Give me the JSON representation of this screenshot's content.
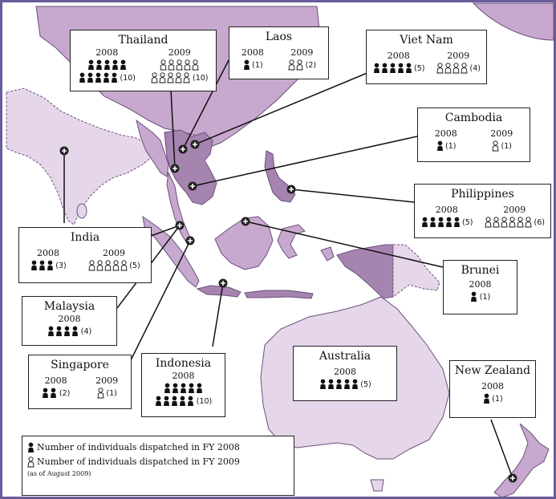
{
  "colors": {
    "sea": "#ffffff",
    "land_light": "#e6d6ea",
    "land_mid": "#c7a9cf",
    "land_dark": "#a684b0",
    "border": "#6b4f7a",
    "frame": "#6a5b9a",
    "pin": "#222222"
  },
  "icons": {
    "icon_2008": "filled-person-icon",
    "icon_2009": "outlined-person-icon"
  },
  "boxes": [
    {
      "id": "thailand",
      "name": "Thailand",
      "years": [
        {
          "label": "2008",
          "count": 10,
          "style": "filled",
          "per_row": 5
        },
        {
          "label": "2009",
          "count": 10,
          "style": "outline",
          "per_row": 5
        }
      ]
    },
    {
      "id": "laos",
      "name": "Laos",
      "years": [
        {
          "label": "2008",
          "count": 1,
          "style": "filled",
          "per_row": 5
        },
        {
          "label": "2009",
          "count": 2,
          "style": "outline",
          "per_row": 5
        }
      ]
    },
    {
      "id": "vietnam",
      "name": "Viet Nam",
      "years": [
        {
          "label": "2008",
          "count": 5,
          "style": "filled",
          "per_row": 5
        },
        {
          "label": "2009",
          "count": 4,
          "style": "outline",
          "per_row": 5
        }
      ]
    },
    {
      "id": "cambodia",
      "name": "Cambodia",
      "years": [
        {
          "label": "2008",
          "count": 1,
          "style": "filled",
          "per_row": 5
        },
        {
          "label": "2009",
          "count": 1,
          "style": "outline",
          "per_row": 5
        }
      ]
    },
    {
      "id": "philippines",
      "name": "Philippines",
      "years": [
        {
          "label": "2008",
          "count": 5,
          "style": "filled",
          "per_row": 5
        },
        {
          "label": "2009",
          "count": 6,
          "style": "outline",
          "per_row": 6
        }
      ]
    },
    {
      "id": "india",
      "name": "India",
      "years": [
        {
          "label": "2008",
          "count": 3,
          "style": "filled",
          "per_row": 5
        },
        {
          "label": "2009",
          "count": 5,
          "style": "outline",
          "per_row": 5
        }
      ]
    },
    {
      "id": "brunei",
      "name": "Brunei",
      "years": [
        {
          "label": "2008",
          "count": 1,
          "style": "filled",
          "per_row": 5
        }
      ]
    },
    {
      "id": "malaysia",
      "name": "Malaysia",
      "years": [
        {
          "label": "2008",
          "count": 4,
          "style": "filled",
          "per_row": 5
        }
      ]
    },
    {
      "id": "singapore",
      "name": "Singapore",
      "years": [
        {
          "label": "2008",
          "count": 2,
          "style": "filled",
          "per_row": 5
        },
        {
          "label": "2009",
          "count": 1,
          "style": "outline",
          "per_row": 5
        }
      ]
    },
    {
      "id": "indonesia",
      "name": "Indonesia",
      "years": [
        {
          "label": "2008",
          "count": 10,
          "style": "filled",
          "per_row": 5
        }
      ]
    },
    {
      "id": "australia",
      "name": "Australia",
      "years": [
        {
          "label": "2008",
          "count": 5,
          "style": "filled",
          "per_row": 5
        }
      ]
    },
    {
      "id": "newzealand",
      "name": "New Zealand",
      "years": [
        {
          "label": "2008",
          "count": 1,
          "style": "filled",
          "per_row": 5
        }
      ]
    }
  ],
  "legend": {
    "filled_label": "Number of individuals dispatched in FY 2008",
    "outline_label": "Number of individuals dispatched in FY 2009",
    "note": "(as of August 2009)"
  }
}
